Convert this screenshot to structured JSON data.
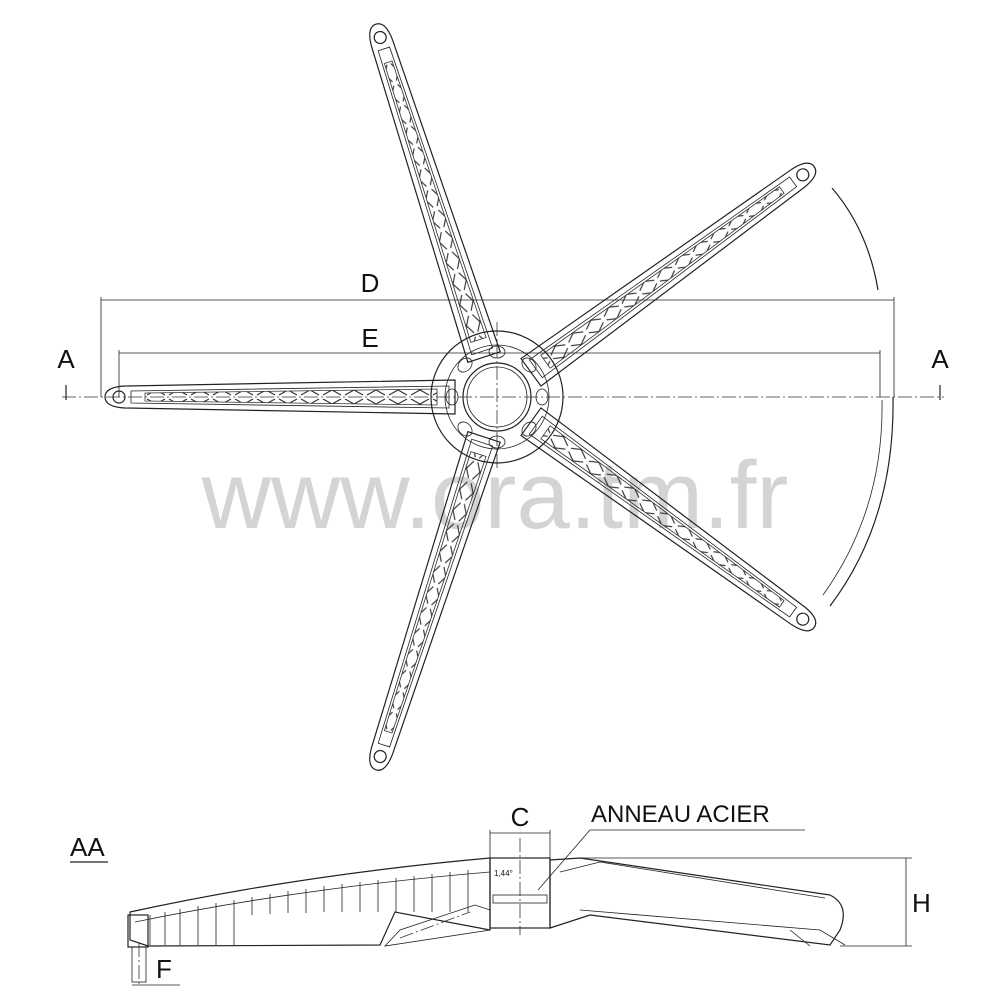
{
  "watermark": "www.ora.tm.fr",
  "top_view": {
    "dimension_d": "D",
    "dimension_e": "E",
    "section_left": "A",
    "section_right": "A"
  },
  "section_view": {
    "title": "AA",
    "dimension_c": "C",
    "dimension_h": "H",
    "dimension_f": "F",
    "ring_callout": "ANNEAU ACIER",
    "angle_note": "1,44°"
  }
}
